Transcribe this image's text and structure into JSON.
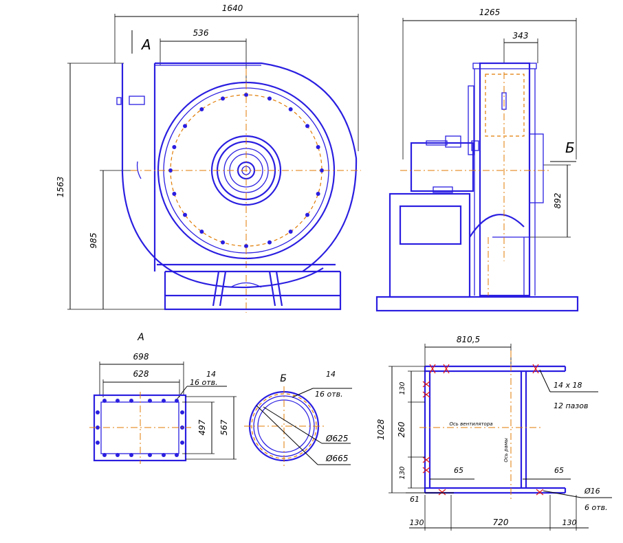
{
  "colors": {
    "outline": "#2a1ee0",
    "centerline": "#e07a00",
    "dimension": "#000000",
    "marks": "#e01818"
  },
  "front_view": {
    "width": "1640",
    "outlet_width": "536",
    "height": "1563",
    "axis_height": "985",
    "section_letter": "A"
  },
  "side_view": {
    "width": "1265",
    "outlet_depth": "343",
    "outlet_height": "892",
    "section_letter": "Б"
  },
  "detail_a": {
    "title": "A",
    "outer_width": "698",
    "inner_width": "628",
    "inner_height": "497",
    "outer_height": "567",
    "hole_dia": "14",
    "hole_count": "16 отв."
  },
  "detail_b": {
    "title": "Б",
    "hole_dia": "14",
    "hole_count": "16 отв.",
    "inner_dia": "Ø625",
    "outer_dia": "Ø665"
  },
  "base_plan": {
    "width": "810,5",
    "length": "1028",
    "top_spacing": "130",
    "mid_spacing": "260",
    "bottom_spacing": "130",
    "offset_left": "61",
    "gap_left": "65",
    "gap_right": "65",
    "left_margin": "130",
    "span": "720",
    "right_margin": "130",
    "slot_size": "14 х 18",
    "slot_count": "12 пазов",
    "hole_dia": "Ø16",
    "hole_count": "6 отв.",
    "axis_h": "Ось вентилятора",
    "axis_v": "Ось рамы"
  }
}
